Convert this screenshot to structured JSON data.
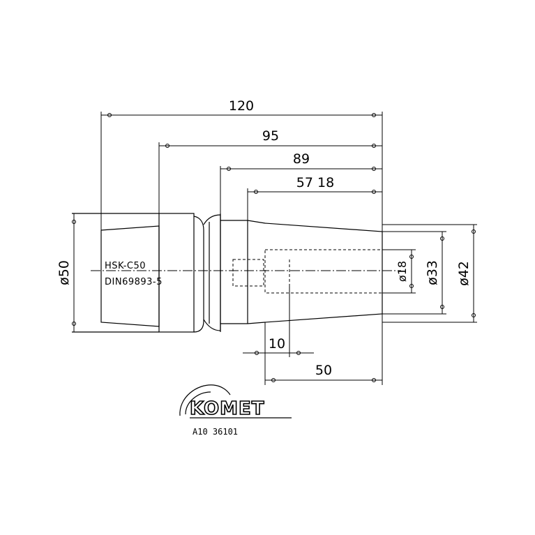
{
  "dimensions": {
    "overall_length": "120",
    "length_95": "95",
    "length_89": "89",
    "length_57_18": "57 18",
    "bore_depth": "50",
    "offset": "10",
    "dia_50": "ø50",
    "dia_18": "ø18",
    "dia_33": "ø33",
    "dia_42": "ø42"
  },
  "notes": {
    "shank_type": "HSK-C50",
    "standard": "DIN69893-5"
  },
  "logo": {
    "brand": "KOMET"
  },
  "part_number": "A10 36101"
}
